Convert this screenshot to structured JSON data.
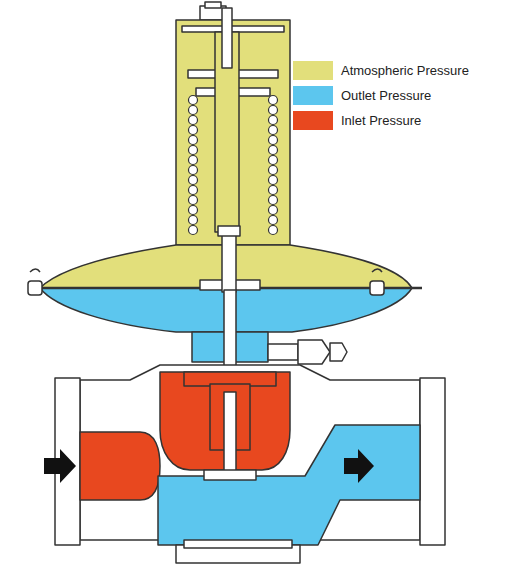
{
  "diagram": {
    "legend": [
      {
        "text": "Atmospheric Pressure",
        "color": "#e2df7b"
      },
      {
        "text": "Outlet Pressure",
        "color": "#5cc6ee"
      },
      {
        "text": "Inlet Pressure",
        "color": "#e8481f"
      }
    ]
  }
}
